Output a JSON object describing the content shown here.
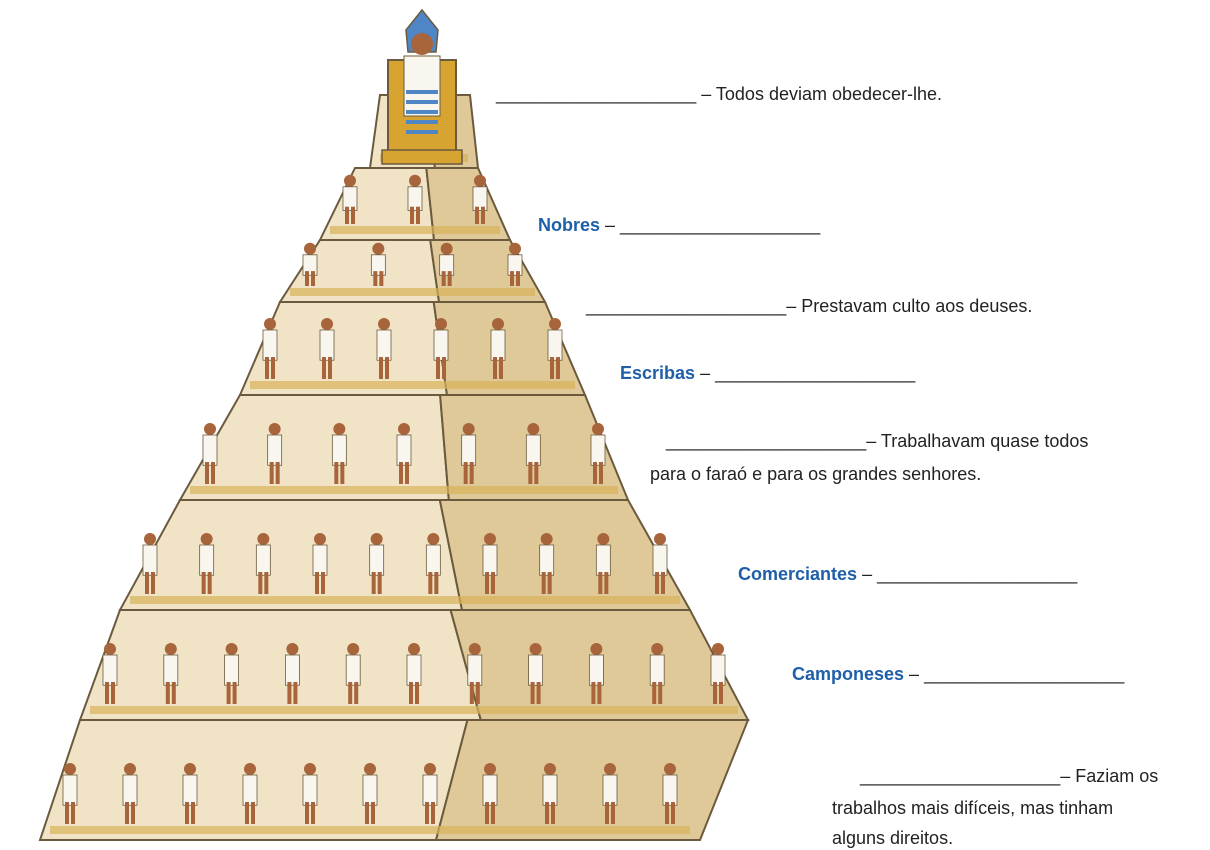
{
  "pyramid": {
    "colors": {
      "outline": "#6b5a3e",
      "band_light": "#f1e4c6",
      "band_dark": "#e0c998",
      "sand": "#d9b25a",
      "gold": "#d8a431",
      "blue": "#4f86c6",
      "skin": "#a8643a",
      "white": "#f8f6ef"
    },
    "tiers": [
      {
        "name": "farao-tier"
      },
      {
        "name": "nobres-tier"
      },
      {
        "name": "sacerdotes-tier"
      },
      {
        "name": "escribas-tier"
      },
      {
        "name": "artesaos-tier"
      },
      {
        "name": "comerciantes-tier"
      },
      {
        "name": "camponeses-tier"
      },
      {
        "name": "escravos-tier"
      }
    ]
  },
  "labels": {
    "farao": {
      "blank": "____________________",
      "text": " – Todos deviam obedecer-lhe."
    },
    "nobres": {
      "keyword": "Nobres",
      "sep": " – ",
      "blank": "____________________"
    },
    "sacerdotes": {
      "blank": "____________________",
      "text": "– Prestavam culto aos deuses."
    },
    "escribas": {
      "keyword": "Escribas",
      "sep": " – ",
      "blank": "____________________"
    },
    "artesaos": {
      "blank": "____________________",
      "text": "– Trabalhavam quase todos",
      "line2": "para o faraó e para os grandes senhores."
    },
    "comerciantes": {
      "keyword": "Comerciantes",
      "sep": " – ",
      "blank": "____________________"
    },
    "camponeses": {
      "keyword": "Camponeses",
      "sep": " – ",
      "blank": "____________________"
    },
    "escravos": {
      "blank": "____________________",
      "text": "– Faziam os",
      "line2": "trabalhos mais difíceis, mas tinham",
      "line3": "alguns direitos."
    }
  }
}
